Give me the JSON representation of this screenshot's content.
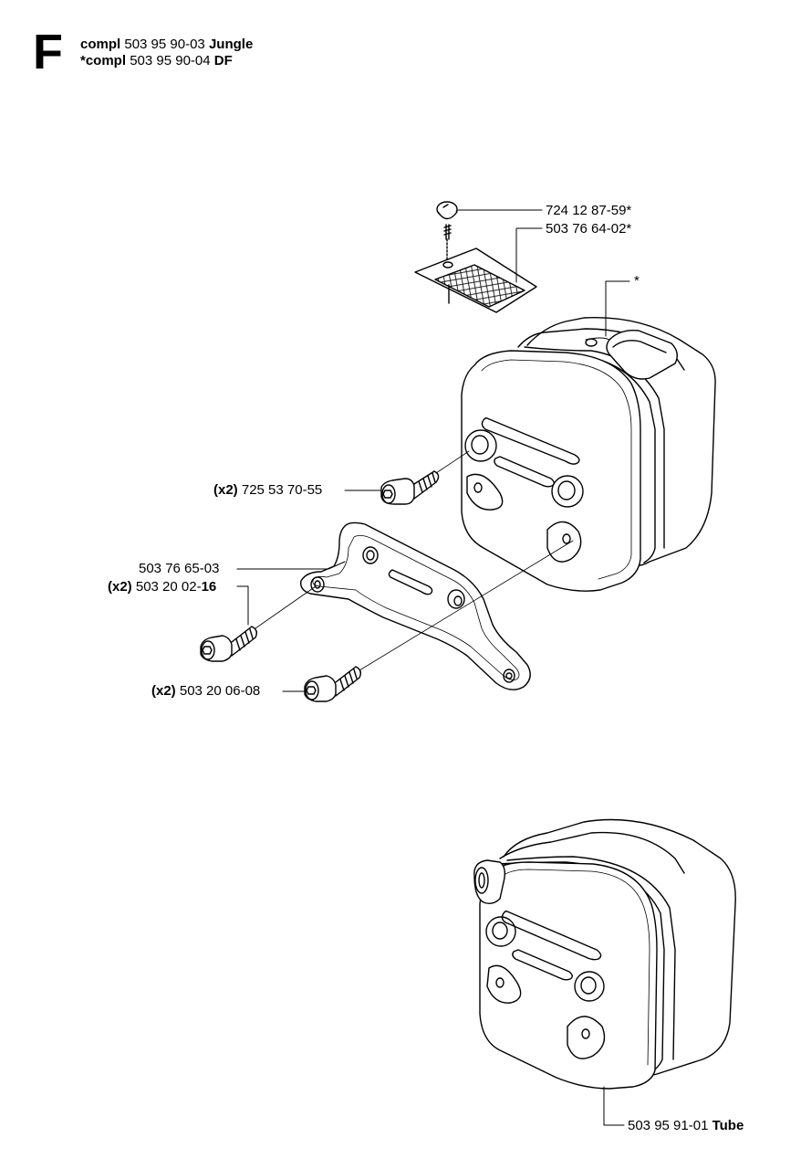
{
  "section": {
    "letter": "F"
  },
  "header": {
    "line1": {
      "prefix": "compl",
      "number": "503 95 90-03",
      "suffix": "Jungle"
    },
    "line2": {
      "prefix": "*compl",
      "number": "503 95 90-04",
      "suffix": "DF"
    }
  },
  "parts": {
    "screw_top": "724 12 87-59*",
    "screen": "503 76 64-02*",
    "muffler_star": "*",
    "bolt_upper": {
      "qty": "(x2)",
      "number": "725 53 70-55"
    },
    "bracket": "503 76 65-03",
    "bolt_mid": {
      "qty": "(x2)",
      "number": "503 20 02-",
      "number_bold": "16"
    },
    "bolt_lower": {
      "qty": "(x2)",
      "number": "503 20 06-08"
    },
    "muffler_tube": {
      "number": "503 95 91-01",
      "suffix": "Tube"
    }
  }
}
